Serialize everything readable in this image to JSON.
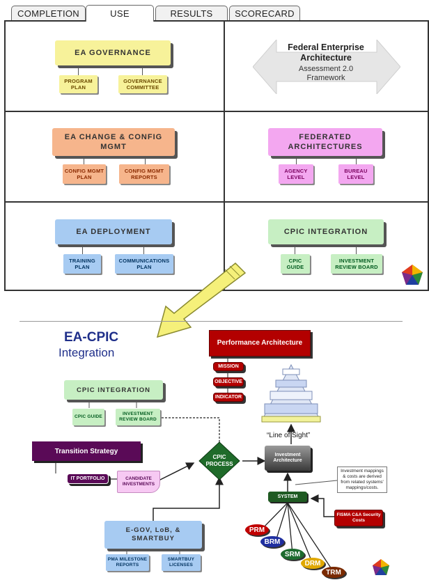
{
  "tabs": [
    {
      "label": "COMPLETION",
      "active": false
    },
    {
      "label": "USE",
      "active": true
    },
    {
      "label": "RESULTS",
      "active": false
    },
    {
      "label": "SCORECARD",
      "active": false
    }
  ],
  "framework": {
    "title": "Federal Enterprise Architecture",
    "subtitle": "Assessment 2.0 Framework",
    "sections": {
      "governance": {
        "title": "EA GOVERNANCE",
        "children": [
          "PROGRAM PLAN",
          "GOVERNANCE COMMITTEE"
        ],
        "color": "#f7f29a"
      },
      "change": {
        "title": "EA CHANGE & CONFIG MGMT",
        "children": [
          "CONFIG MGMT PLAN",
          "CONFIG MGMT REPORTS"
        ],
        "color": "#f6b58c"
      },
      "federated": {
        "title": "FEDERATED ARCHITECTURES",
        "children": [
          "AGENCY LEVEL",
          "BUREAU LEVEL"
        ],
        "color": "#f3a7f0"
      },
      "deployment": {
        "title": "EA DEPLOYMENT",
        "children": [
          "TRAINING PLAN",
          "COMMUNICATIONS PLAN"
        ],
        "color": "#a7cbf2"
      },
      "cpic": {
        "title": "CPIC INTEGRATION",
        "children": [
          "CPIC GUIDE",
          "INVESTMENT REVIEW BOARD"
        ],
        "color": "#c7efc3"
      }
    }
  },
  "integration": {
    "title_line1": "EA-CPIC",
    "title_line2": "Integration",
    "cpic_box": {
      "title": "CPIC INTEGRATION",
      "children": [
        "CPIC GUIDE",
        "INVESTMENT REVIEW BOARD"
      ]
    },
    "performance": {
      "title": "Performance Architecture",
      "levels": [
        "MISSION",
        "OBJECTIVE",
        "INDICATOR"
      ]
    },
    "transition": {
      "title": "Transition Strategy",
      "child": "IT PORTFOLIO"
    },
    "candidate": "CANDIDATE INVESTMENTS",
    "cpic_process": "CPIC PROCESS",
    "investment_arch": "Investment Architecture",
    "line_of_sight": "“Line of Sight”",
    "mapping_note": "Investment mappings & costs are derived from related systems' mappings/costs.",
    "system": "SYSTEM",
    "fisma": "FISMA C&A Security Costs",
    "egov": {
      "title": "E-GOV, LoB, & SMARTBUY",
      "children": [
        "PMA MILESTONE REPORTS",
        "SMARTBUY LICENSES"
      ]
    },
    "models": [
      {
        "label": "PRM",
        "color": "#c00000"
      },
      {
        "label": "BRM",
        "color": "#1f2fa0"
      },
      {
        "label": "SRM",
        "color": "#1d6b2e"
      },
      {
        "label": "DRM",
        "color": "#e0a800"
      },
      {
        "label": "TRM",
        "color": "#7a2a00"
      }
    ]
  }
}
